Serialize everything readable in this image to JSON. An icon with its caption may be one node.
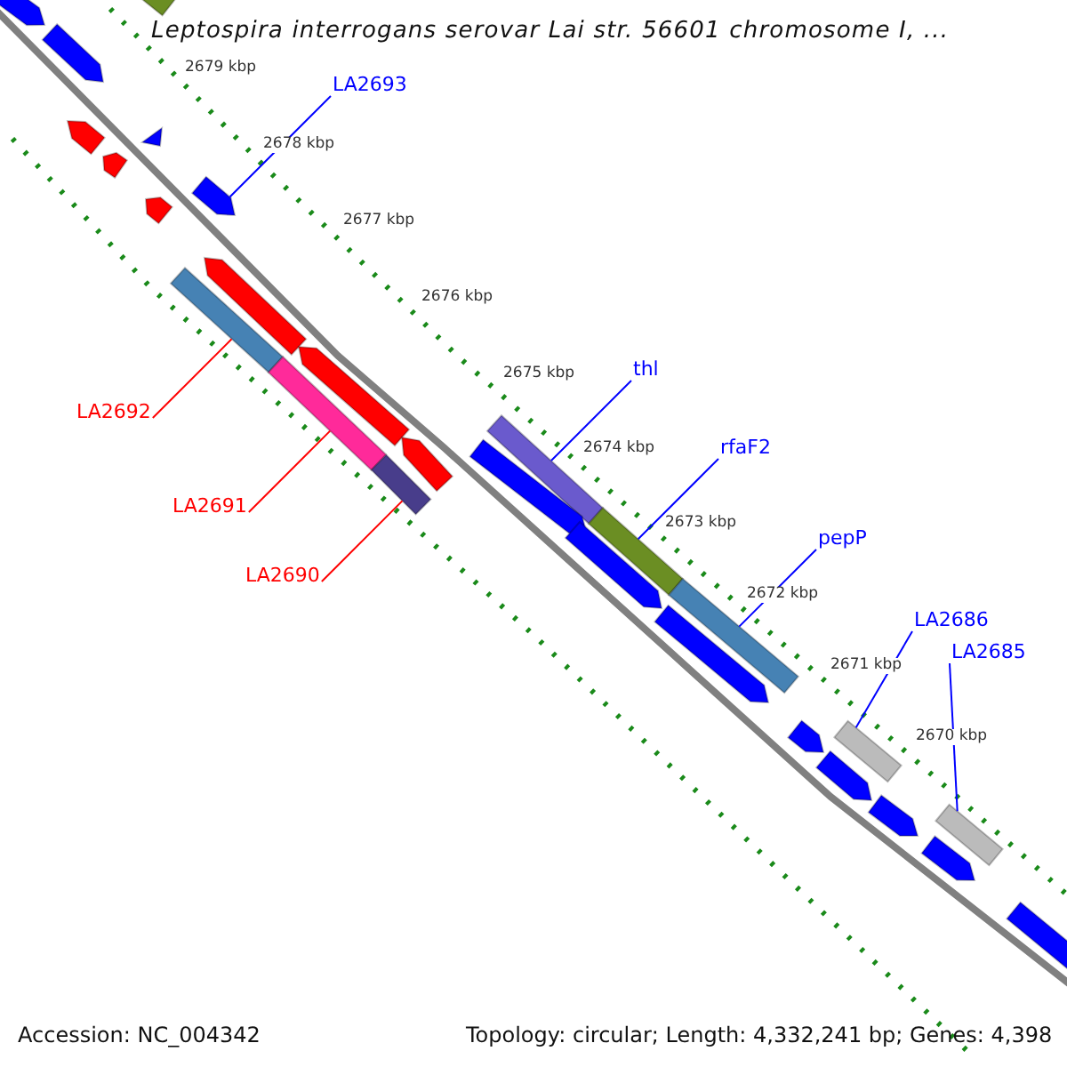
{
  "diagram": {
    "title": "Leptospira interrogans serovar Lai str. 56601 chromosome I, ...",
    "nodes": [
      {
        "text": [
          "LA2693"
        ]
      },
      {
        "text": [
          "LA2692"
        ]
      },
      {
        "text": [
          "LA2691"
        ]
      },
      {
        "text": [
          "LA2690"
        ]
      },
      {
        "text": [
          "thl"
        ]
      },
      {
        "text": [
          "rfaF2"
        ]
      },
      {
        "text": [
          "pepP"
        ]
      },
      {
        "text": [
          "LA2686"
        ]
      },
      {
        "text": [
          "LA2685"
        ]
      },
      {
        "text": [],
        "shape": "bar"
      },
      {
        "text": [],
        "shape": "bar"
      },
      {
        "text": [],
        "shape": "bar"
      },
      {
        "text": [],
        "shape": "bar"
      },
      {
        "text": [],
        "shape": "bar"
      },
      {
        "text": [],
        "shape": "bar"
      },
      {
        "text": [],
        "shape": "bar"
      },
      {
        "text": [],
        "shape": "bar"
      },
      {
        "text": [],
        "shape": "bar"
      },
      {
        "text": [],
        "shape": "bar"
      },
      {
        "text": [],
        "shape": "bar"
      },
      {
        "text": [],
        "shape": "bar"
      },
      {
        "text": [],
        "shape": "bar"
      },
      {
        "text": [],
        "shape": "bar"
      },
      {
        "text": [],
        "shape": "bar"
      },
      {
        "text": [],
        "shape": "bar"
      },
      {
        "text": [],
        "shape": "bar"
      },
      {
        "text": [],
        "shape": "bar"
      },
      {
        "text": [],
        "shape": "bar"
      },
      {
        "text": [],
        "shape": "bar"
      },
      {
        "text": [],
        "shape": "bar"
      },
      {
        "text": [],
        "shape": "bar"
      },
      {
        "text": [],
        "shape": "bar"
      },
      {
        "text": [],
        "shape": "bar"
      },
      {
        "text": [],
        "shape": "bar"
      },
      {
        "text": [],
        "shape": "bar"
      },
      {
        "text": [],
        "shape": "bar"
      }
    ],
    "edges": [
      {
        "from": 0,
        "to": 9,
        "arrow": "none"
      },
      {
        "from": 1,
        "to": 10,
        "arrow": "none",
        "color": "#ff0000"
      },
      {
        "from": 2,
        "to": 11,
        "arrow": "none",
        "color": "#ff0000"
      },
      {
        "from": 3,
        "to": 12,
        "arrow": "none",
        "color": "#ff0000"
      },
      {
        "from": 4,
        "to": 13,
        "arrow": "none"
      },
      {
        "from": 5,
        "to": 14,
        "arrow": "none"
      },
      {
        "from": 6,
        "to": 15,
        "arrow": "none"
      },
      {
        "from": 7,
        "to": 16,
        "arrow": "none"
      },
      {
        "from": 8,
        "to": 17,
        "arrow": "none"
      }
    ],
    "labels": [
      "2679 kbp",
      "2678 kbp",
      "2677 kbp",
      "2676 kbp",
      "2675 kbp",
      "2674 kbp",
      "2673 kbp",
      "2672 kbp",
      "2671 kbp",
      "2670 kbp",
      "Accession: NC_004342",
      "Topology: circular; Length: 4,332,241 bp; Genes: 4,398"
    ]
  }
}
